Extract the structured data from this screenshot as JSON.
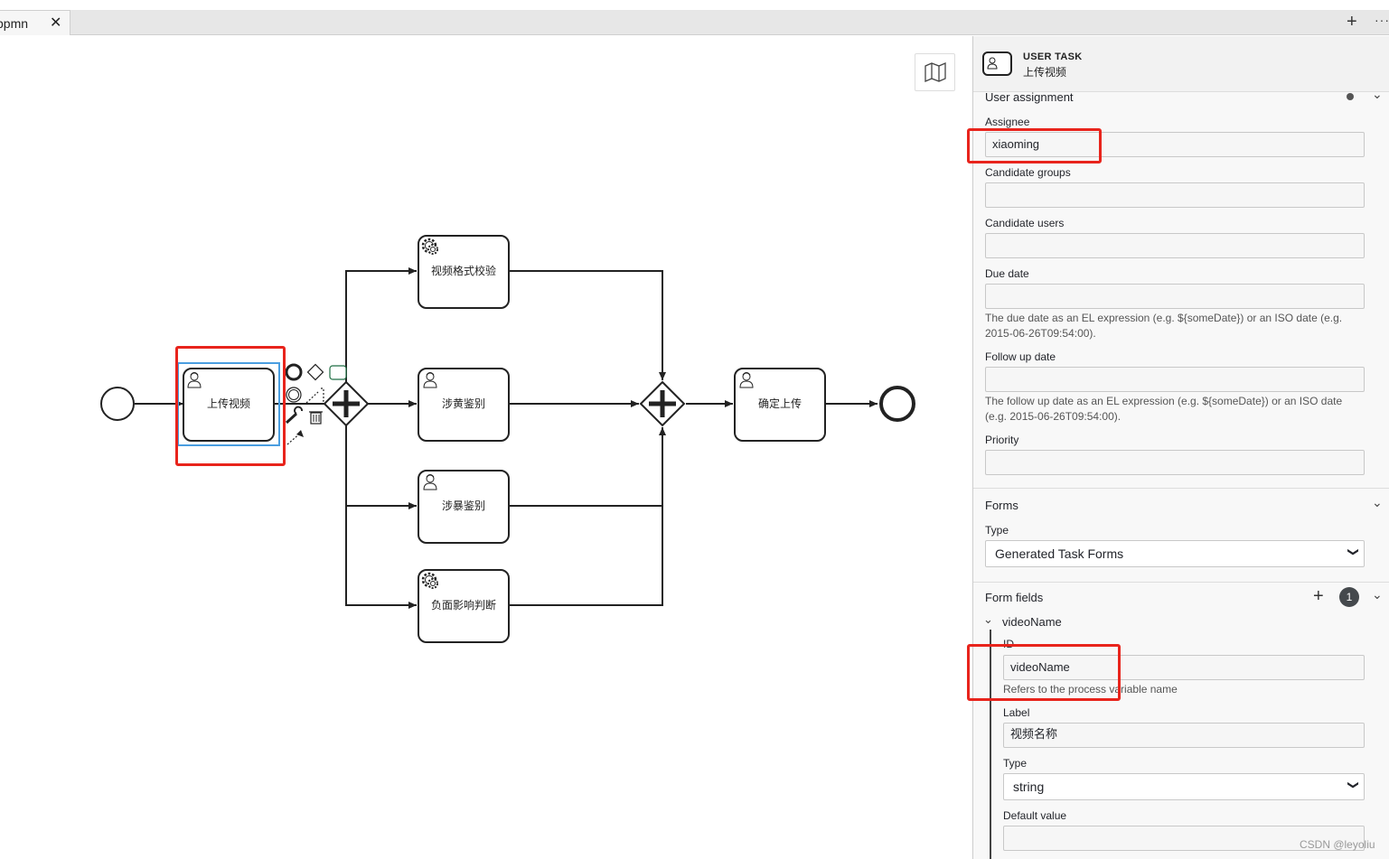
{
  "tab": {
    "label": "bpmn",
    "close": "✕"
  },
  "tabbar": {
    "add": "+",
    "more": "···"
  },
  "canvas": {
    "minimap_icon": "map-icon",
    "tasks": [
      {
        "id": "upload",
        "label": "上传视频",
        "kind": "user"
      },
      {
        "id": "format",
        "label": "视频格式校验",
        "kind": "service"
      },
      {
        "id": "porn",
        "label": "涉黄鉴别",
        "kind": "user"
      },
      {
        "id": "violence",
        "label": "涉暴鉴别",
        "kind": "user"
      },
      {
        "id": "negative",
        "label": "负面影响判断",
        "kind": "service"
      },
      {
        "id": "confirm",
        "label": "确定上传",
        "kind": "user"
      }
    ]
  },
  "panel": {
    "header": {
      "type": "USER TASK",
      "name": "上传视频",
      "icon": "user-task-icon"
    },
    "user_assignment": {
      "title": "User assignment",
      "assignee_label": "Assignee",
      "assignee_value": "xiaoming",
      "candidate_groups_label": "Candidate groups",
      "candidate_groups_value": "",
      "candidate_users_label": "Candidate users",
      "candidate_users_value": "",
      "due_date_label": "Due date",
      "due_date_value": "",
      "due_date_desc": "The due date as an EL expression (e.g. ${someDate}) or an ISO date (e.g. 2015-06-26T09:54:00).",
      "follow_up_label": "Follow up date",
      "follow_up_value": "",
      "follow_up_desc": "The follow up date as an EL expression (e.g. ${someDate}) or an ISO date (e.g. 2015-06-26T09:54:00).",
      "priority_label": "Priority",
      "priority_value": ""
    },
    "forms": {
      "title": "Forms",
      "type_label": "Type",
      "type_value": "Generated Task Forms"
    },
    "form_fields": {
      "title": "Form fields",
      "count": "1",
      "add": "+",
      "item_name": "videoName",
      "id_label": "ID",
      "id_value": "videoName",
      "id_desc": "Refers to the process variable name",
      "label_label": "Label",
      "label_value": "视频名称",
      "type_label": "Type",
      "type_value": "string",
      "default_label": "Default value",
      "default_value": ""
    }
  },
  "watermark": "CSDN @leyoliu",
  "colors": {
    "highlight": "#e8241c",
    "selection": "#4a9ee0",
    "badge": "#45494d"
  }
}
